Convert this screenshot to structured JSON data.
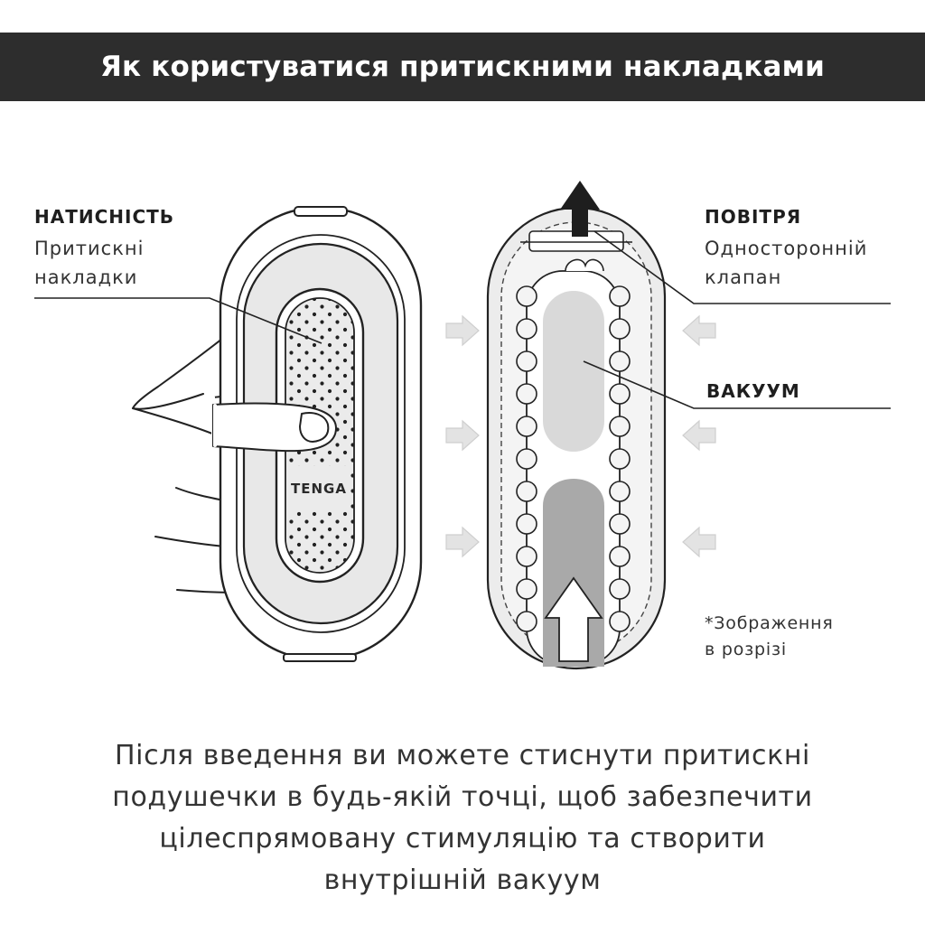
{
  "header": {
    "title": "Як користуватися притискними накладками"
  },
  "labels": {
    "pressure": {
      "title": "НАТИСНІСТЬ",
      "line1": "Притискні",
      "line2": "накладки"
    },
    "air": {
      "title": "ПОВІТРЯ",
      "line1": "Односторонній",
      "line2": "клапан"
    },
    "vacuum": {
      "title": "ВАКУУМ"
    },
    "note": {
      "line1": "*Зображення",
      "line2": "в розрізі"
    }
  },
  "device": {
    "brand_logo": "TENGA"
  },
  "caption": {
    "line1": "Після введення ви можете стиснути притискні",
    "line2": "подушечки в будь-якій точці, щоб забезпечити",
    "line3": "цілеспрямовану стимуляцію та створити",
    "line4": "внутрішній вакуум"
  },
  "colors": {
    "header_bg": "#2d2d2d",
    "header_text": "#ffffff",
    "outline": "#1e1e1e",
    "light_fill": "#ececec",
    "dark_fill": "#a9a9a9",
    "arrow_gray": "#dcdcdc"
  }
}
